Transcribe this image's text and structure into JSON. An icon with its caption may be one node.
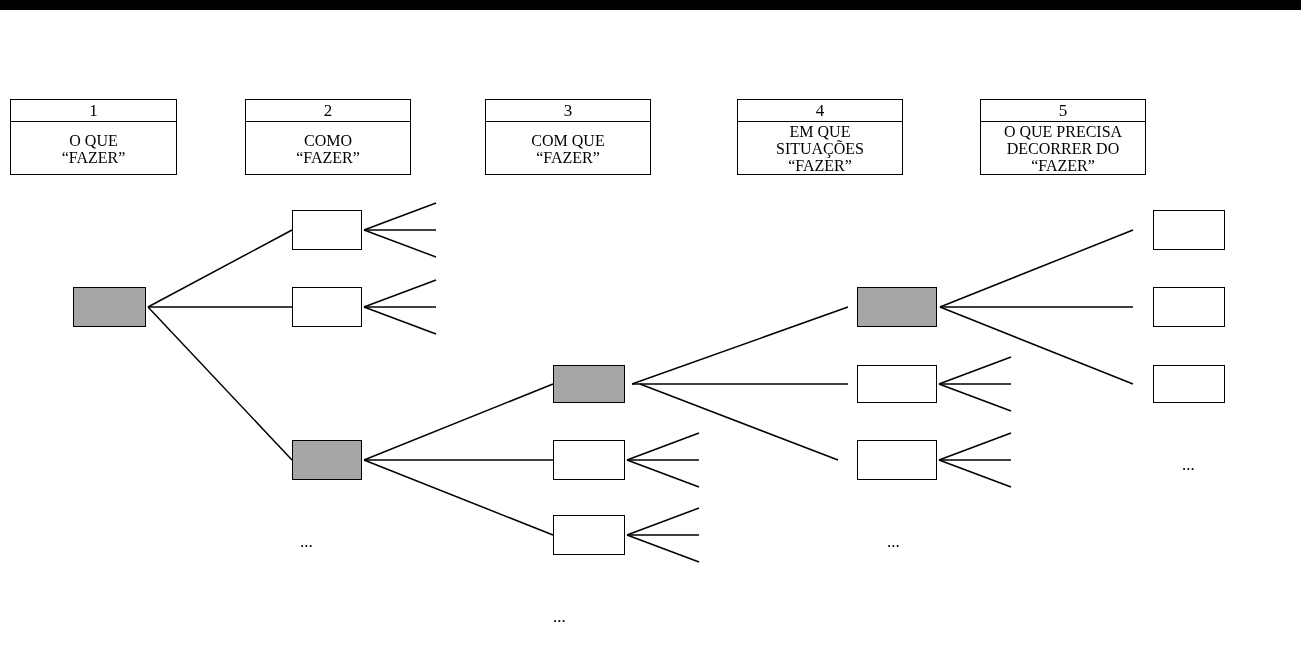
{
  "diagram": {
    "nodes": [
      {
        "text": [
          "1",
          "O QUE “FAZER”"
        ]
      },
      {
        "text": [
          "2",
          "COMO “FAZER”"
        ]
      },
      {
        "text": [
          "3",
          "COM QUE “FAZER”"
        ]
      },
      {
        "text": [
          "4",
          "EM QUE SITUAÇÕES “FAZER”"
        ]
      },
      {
        "text": [
          "5",
          "O QUE PRECISA DECORRER DO “FAZER”"
        ]
      },
      {
        "text": [],
        "shape": "box"
      },
      {
        "text": [],
        "shape": "box"
      },
      {
        "text": [],
        "shape": "box"
      },
      {
        "text": [],
        "shape": "box"
      },
      {
        "text": [],
        "shape": "box"
      },
      {
        "text": [],
        "shape": "box"
      },
      {
        "text": [],
        "shape": "box"
      },
      {
        "text": [],
        "shape": "box"
      },
      {
        "text": [],
        "shape": "box"
      },
      {
        "text": [],
        "shape": "box"
      },
      {
        "text": [],
        "shape": "box"
      },
      {
        "text": [],
        "shape": "box"
      },
      {
        "text": [],
        "shape": "box"
      }
    ],
    "edges": [
      {
        "from": 5,
        "to": 6,
        "arrow": "none"
      },
      {
        "from": 5,
        "to": 7,
        "arrow": "none"
      },
      {
        "from": 5,
        "to": 8,
        "arrow": "none"
      },
      {
        "from": 8,
        "to": 9,
        "arrow": "none"
      },
      {
        "from": 8,
        "to": 10,
        "arrow": "none"
      },
      {
        "from": 8,
        "to": 11,
        "arrow": "none"
      },
      {
        "from": 9,
        "to": 12,
        "arrow": "none"
      },
      {
        "from": 9,
        "to": 13,
        "arrow": "none"
      },
      {
        "from": 9,
        "to": 14,
        "arrow": "none"
      },
      {
        "from": 12,
        "to": 15,
        "arrow": "none"
      },
      {
        "from": 12,
        "to": 16,
        "arrow": "none"
      },
      {
        "from": 12,
        "to": 17,
        "arrow": "none"
      },
      {
        "from": 6,
        "to": null,
        "arrow": "none"
      },
      {
        "from": 6,
        "to": null,
        "arrow": "none"
      },
      {
        "from": 6,
        "to": null,
        "arrow": "none"
      },
      {
        "from": 7,
        "to": null,
        "arrow": "none"
      },
      {
        "from": 7,
        "to": null,
        "arrow": "none"
      },
      {
        "from": 7,
        "to": null,
        "arrow": "none"
      },
      {
        "from": 10,
        "to": null,
        "arrow": "none"
      },
      {
        "from": 10,
        "to": null,
        "arrow": "none"
      },
      {
        "from": 10,
        "to": null,
        "arrow": "none"
      },
      {
        "from": 11,
        "to": null,
        "arrow": "none"
      },
      {
        "from": 11,
        "to": null,
        "arrow": "none"
      },
      {
        "from": 11,
        "to": null,
        "arrow": "none"
      },
      {
        "from": 13,
        "to": null,
        "arrow": "none"
      },
      {
        "from": 13,
        "to": null,
        "arrow": "none"
      },
      {
        "from": 13,
        "to": null,
        "arrow": "none"
      },
      {
        "from": 14,
        "to": null,
        "arrow": "none"
      },
      {
        "from": 14,
        "to": null,
        "arrow": "none"
      },
      {
        "from": 14,
        "to": null,
        "arrow": "none"
      }
    ],
    "labels": [
      "...",
      "...",
      "...",
      "..."
    ]
  }
}
